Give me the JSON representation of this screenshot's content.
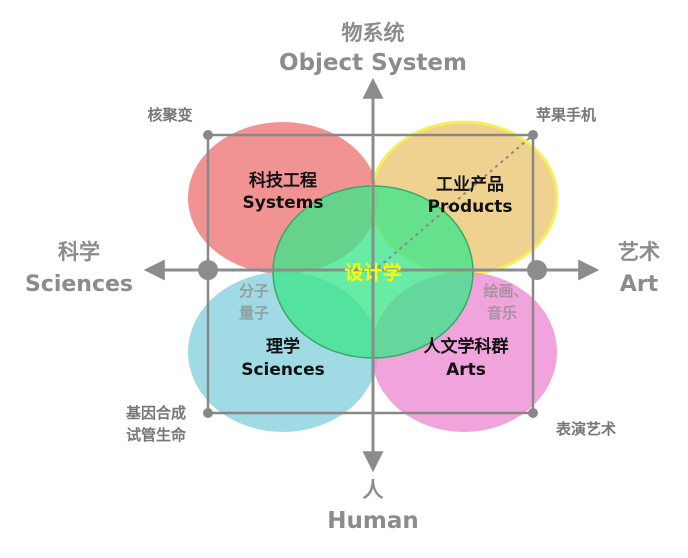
{
  "axes": {
    "top": {
      "zh": "物系统",
      "en": "Object System"
    },
    "bottom": {
      "zh": "人",
      "en": "Human"
    },
    "left": {
      "zh": "科学",
      "en": "Sciences"
    },
    "right": {
      "zh": "艺术",
      "en": "Art"
    }
  },
  "corners": {
    "top_left": "核聚变",
    "top_right": "苹果手机",
    "bottom_left_1": "基因合成",
    "bottom_left_2": "试管生命",
    "bottom_right": "表演艺术"
  },
  "regions": {
    "top_left": {
      "zh": "科技工程",
      "en": "Systems",
      "color": "#ee8080"
    },
    "top_right": {
      "zh": "工业产品",
      "en": "Products",
      "color": "#edc878"
    },
    "bottom_left": {
      "zh": "理学",
      "en": "Sciences",
      "color": "#8fd3df"
    },
    "bottom_right": {
      "zh": "人文学科群",
      "en": "Arts",
      "color": "#ee8fd4"
    }
  },
  "center": {
    "label": "设计学",
    "color": "#3ee58a"
  },
  "inner_labels": {
    "left_1": "分子",
    "left_2": "量子",
    "right_1": "绘画、",
    "right_2": "音乐"
  },
  "colors": {
    "axis": "#8c8c8c",
    "frame": "#888888",
    "top_right_outline": "#f5ef5a"
  }
}
